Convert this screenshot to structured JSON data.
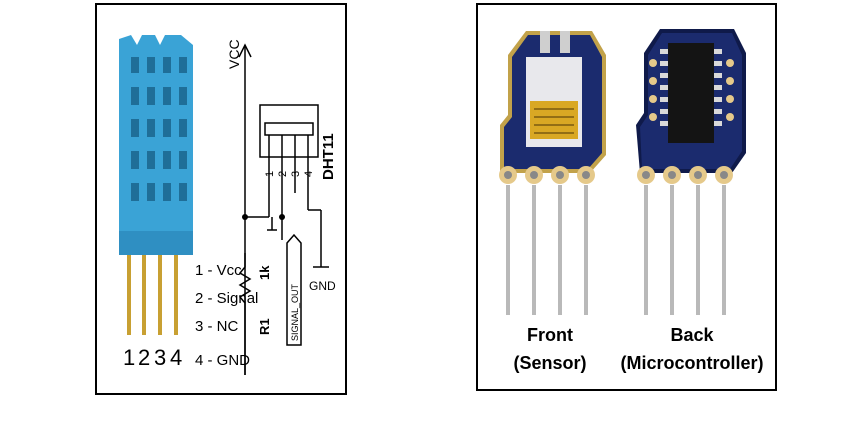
{
  "left_panel": {
    "pin_numbers": [
      "1",
      "2",
      "3",
      "4"
    ],
    "pin_legend": [
      "1 - Vcc",
      "2 - Signal",
      "3 - NC",
      "4 - GND"
    ],
    "schematic": {
      "vcc_label": "VCC",
      "part_label": "DHT11",
      "header_pins": [
        "1",
        "2",
        "3",
        "4"
      ],
      "resistor_name": "R1",
      "resistor_value": "1k",
      "signal_label": "SIGNAL_OUT",
      "gnd_label": "GND"
    },
    "colors": {
      "sensor_body": "#3aa3d6",
      "sensor_dark": "#1f6e98",
      "leg": "#c8a032"
    }
  },
  "right_panel": {
    "front_caption": [
      "Front",
      "(Sensor)"
    ],
    "back_caption": [
      "Back",
      "(Microcontroller)"
    ],
    "colors": {
      "pcb": "#1b2b6e",
      "gold": "#d9a824",
      "chip": "#141414"
    }
  }
}
